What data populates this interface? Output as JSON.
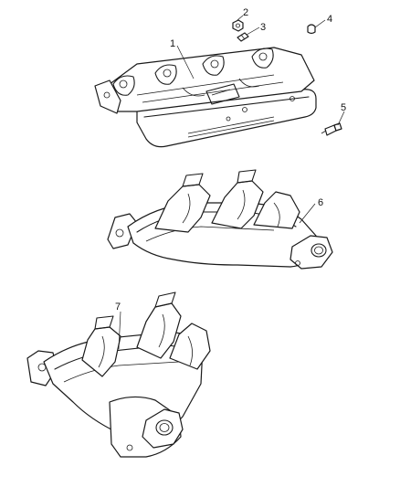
{
  "diagram": {
    "callouts": {
      "c1": "1",
      "c2": "2",
      "c3": "3",
      "c4": "4",
      "c5": "5",
      "c6": "6",
      "c7": "7"
    }
  }
}
